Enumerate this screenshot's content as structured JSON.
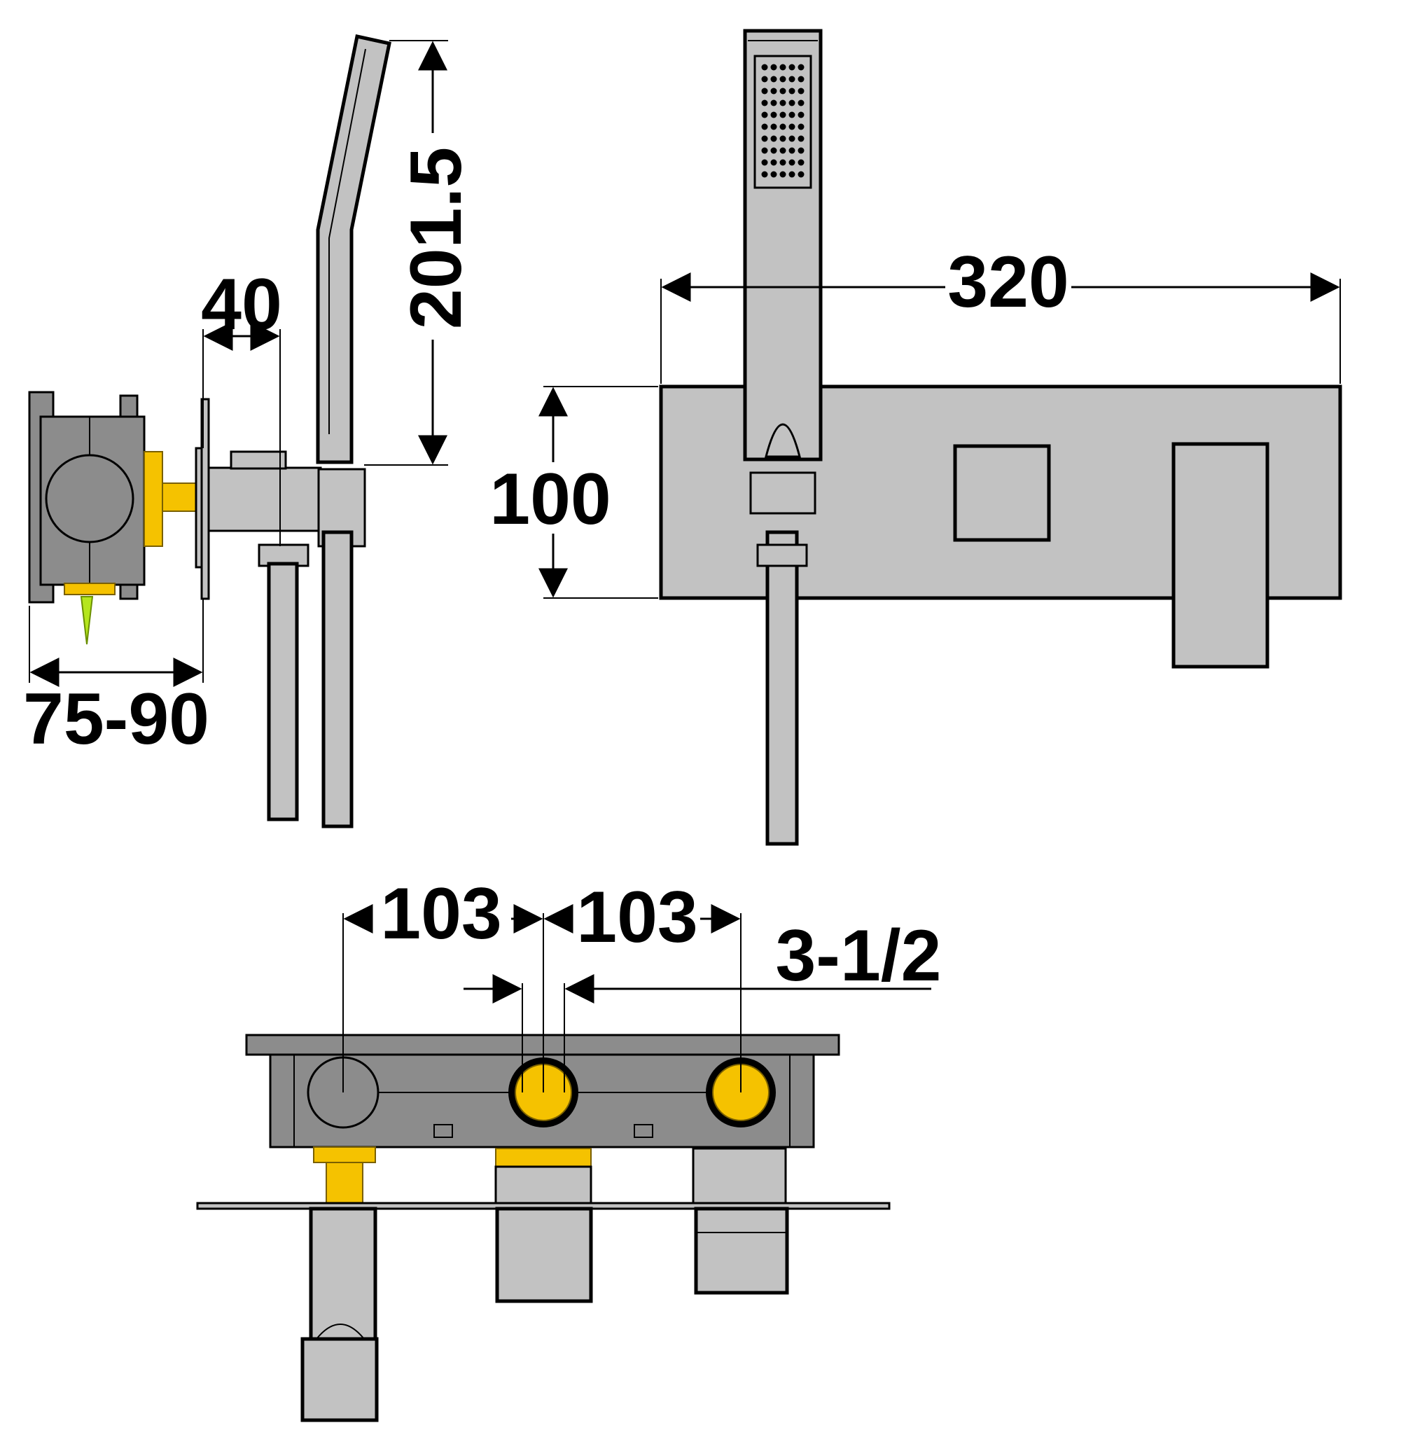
{
  "dimensions": {
    "height_handshower": "201.5",
    "offset_bracket": "40",
    "depth_range": "75-90",
    "plate_width": "320",
    "plate_height": "100",
    "spacing_left": "103",
    "spacing_right": "103",
    "thread_size": "3-1/2"
  },
  "colors": {
    "body": "#c2c2c2",
    "dark": "#8c8c8c",
    "brass": "#f5c200",
    "arrow": "#b5e61d"
  }
}
